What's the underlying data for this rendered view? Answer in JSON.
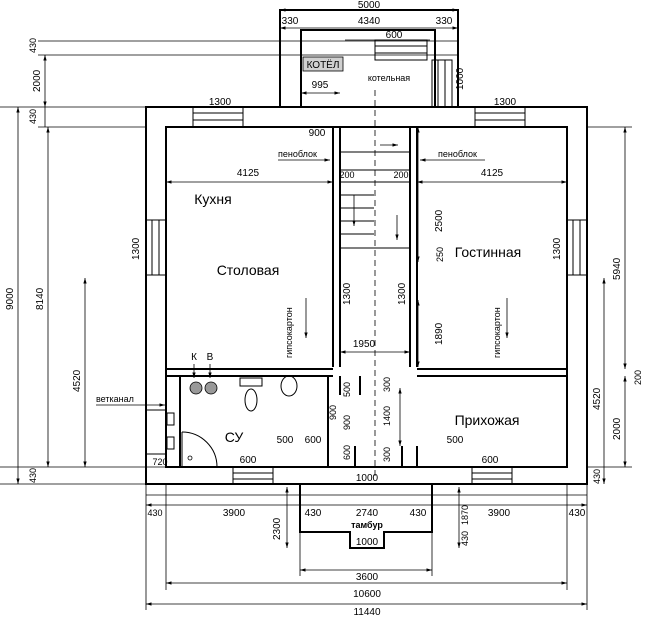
{
  "rooms": {
    "kitchen": "Кухня",
    "dining": "Столовая",
    "living": "Гостинная",
    "hall": "Прихожая",
    "bath": "СУ",
    "boiler": "котельная",
    "vestibule": "тамбур",
    "boiler_unit": "КОТЁЛ"
  },
  "labels": {
    "foam_left": "пеноблок",
    "foam_right": "пеноблок",
    "gyp_left": "гипсокартон",
    "gyp_right": "гипсокартон",
    "vent": "ветканал",
    "k": "К",
    "v": "В"
  },
  "dims": {
    "top_total": "5000",
    "top_330_l": "330",
    "top_4340": "4340",
    "top_330_r": "330",
    "top_430_l": "430",
    "boiler_600": "600",
    "boiler_2000": "2000",
    "boiler_1000": "1000",
    "boiler_995": "995",
    "win_1300_l": "1300",
    "win_1300_r": "1300",
    "left_430": "430",
    "left_9000": "9000",
    "left_8140": "8140",
    "left_4520": "4520",
    "left_430_b": "430",
    "door_900": "900",
    "w_4125_l": "4125",
    "w_4125_r": "4125",
    "w_200_l": "200",
    "w_200_r": "200",
    "w_2500": "2500",
    "w_250": "250",
    "w_1300_kl": "1300",
    "w_1300_kr": "1300",
    "w_1300_cl": "1300",
    "w_1300_cr": "1300",
    "w_1890": "1890",
    "w_1950": "1950",
    "r_5940": "5940",
    "r_4520": "4520",
    "r_2000": "2000",
    "r_200": "200",
    "r_430": "430",
    "c_500_v": "500",
    "c_900_a": "900",
    "c_900_b": "900",
    "c_600_v": "600",
    "c_300_a": "300",
    "c_1400": "1400",
    "c_300_b": "300",
    "su_720": "720",
    "su_500": "500",
    "su_600": "600",
    "hall_500": "500",
    "bw_600_l": "600",
    "bw_1000": "1000",
    "bw_600_r": "600",
    "b_430_1": "430",
    "b_3900_l": "3900",
    "b_430_2": "430",
    "b_2740": "2740",
    "b_430_3": "430",
    "b_3900_r": "3900",
    "b_430_4": "430",
    "b_2300": "2300",
    "b_1870": "1870",
    "b_430_v": "430",
    "b_1000": "1000",
    "b_3600": "3600",
    "b_10600": "10600",
    "b_11440": "11440"
  }
}
